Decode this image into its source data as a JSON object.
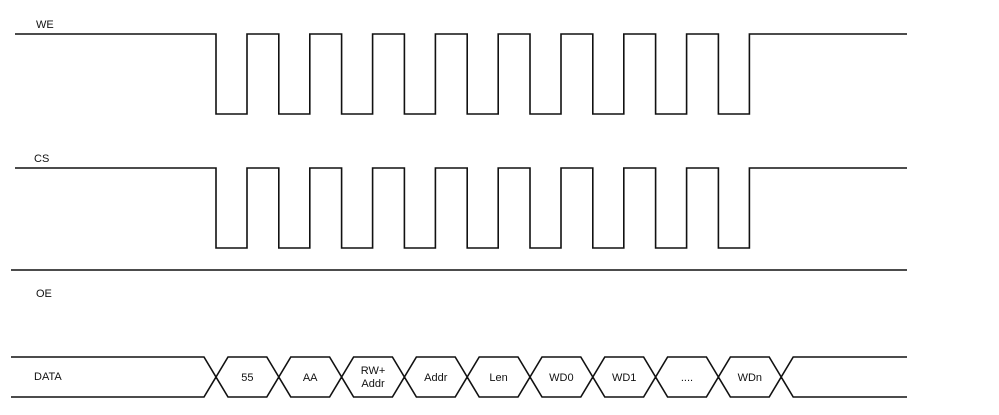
{
  "signals": [
    {
      "id": "we",
      "label": "WE"
    },
    {
      "id": "cs",
      "label": "CS"
    },
    {
      "id": "oe",
      "label": "OE"
    },
    {
      "id": "data",
      "label": "DATA"
    }
  ],
  "data_bus": {
    "segments": [
      "55",
      "AA",
      "RW+\nAddr",
      "Addr",
      "Len",
      "WD0",
      "WD1",
      "....",
      "WDn"
    ]
  },
  "pulse_count": 9
}
